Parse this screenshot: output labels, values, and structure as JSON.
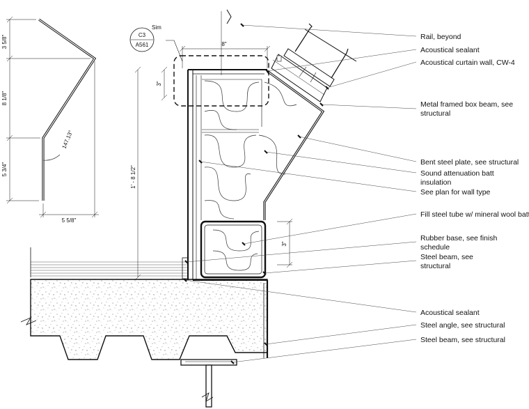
{
  "callout": {
    "detail": "C3",
    "sheet": "A561",
    "qualifier": "Sim"
  },
  "profile_dims": {
    "top": "3 5/8\"",
    "mid": "8 1/8\"",
    "low": "5 3/4\"",
    "width": "5 5/8\"",
    "angle": "147.13°"
  },
  "section_dims": {
    "width": "8\"",
    "sill": "3\"",
    "height": "1' - 8 1/2\"",
    "tube": "3\""
  },
  "notes": [
    {
      "lines": [
        "Rail, beyond"
      ]
    },
    {
      "lines": [
        "Acoustical sealant"
      ]
    },
    {
      "lines": [
        "Acoustical curtain wall, CW-4"
      ]
    },
    {
      "lines": [
        "Metal framed box beam, see",
        "structural"
      ]
    },
    {
      "lines": [
        "Bent steel plate, see structural"
      ]
    },
    {
      "lines": [
        "Sound attenuation batt",
        "insulation"
      ]
    },
    {
      "lines": [
        "See plan for wall type"
      ]
    },
    {
      "lines": [
        "Fill steel tube w/ mineral wool batt"
      ]
    },
    {
      "lines": [
        "Rubber base, see finish",
        "schedule"
      ]
    },
    {
      "lines": [
        "Steel beam, see",
        "structural"
      ]
    },
    {
      "lines": [
        "Acoustical sealant"
      ]
    },
    {
      "lines": [
        "Steel angle, see structural"
      ]
    },
    {
      "lines": [
        "Steel beam, see structural"
      ]
    }
  ]
}
